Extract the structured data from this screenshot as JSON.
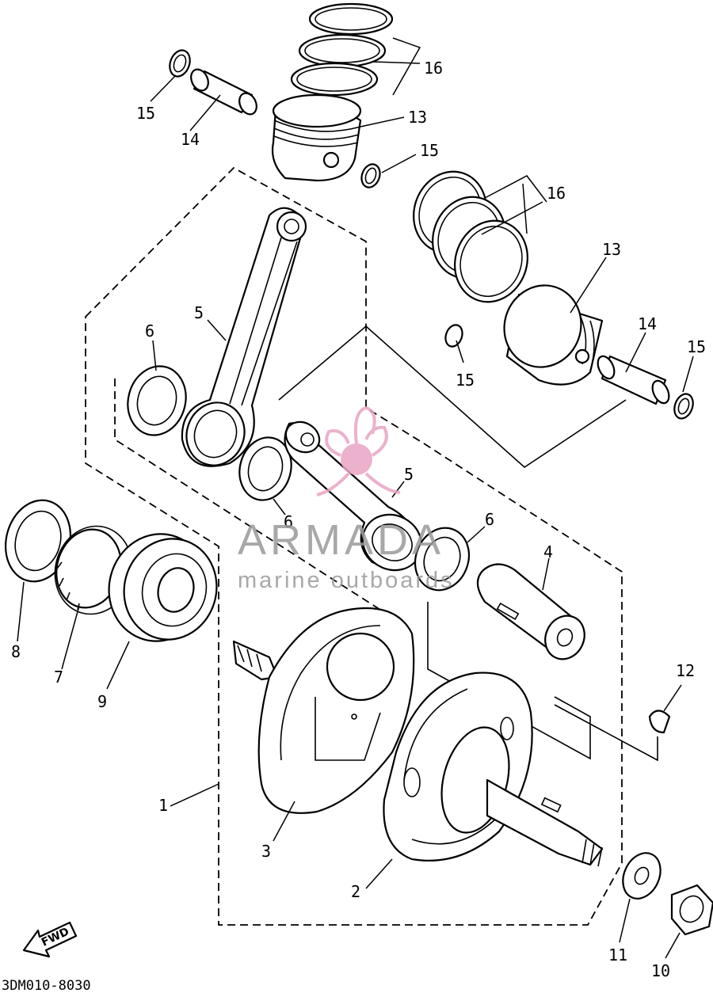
{
  "diagram": {
    "callouts": [
      "16",
      "15",
      "14",
      "13",
      "15",
      "16",
      "13",
      "15",
      "14",
      "15",
      "6",
      "5",
      "6",
      "5",
      "6",
      "4",
      "8",
      "7",
      "9",
      "12",
      "1",
      "3",
      "2",
      "11",
      "10"
    ],
    "fwd_label": "FWD",
    "drawing_code": "3DM010-8030"
  },
  "watermark": {
    "brand": "ARMADA",
    "tagline": "marine outboards",
    "color": "#e9a4c4"
  }
}
